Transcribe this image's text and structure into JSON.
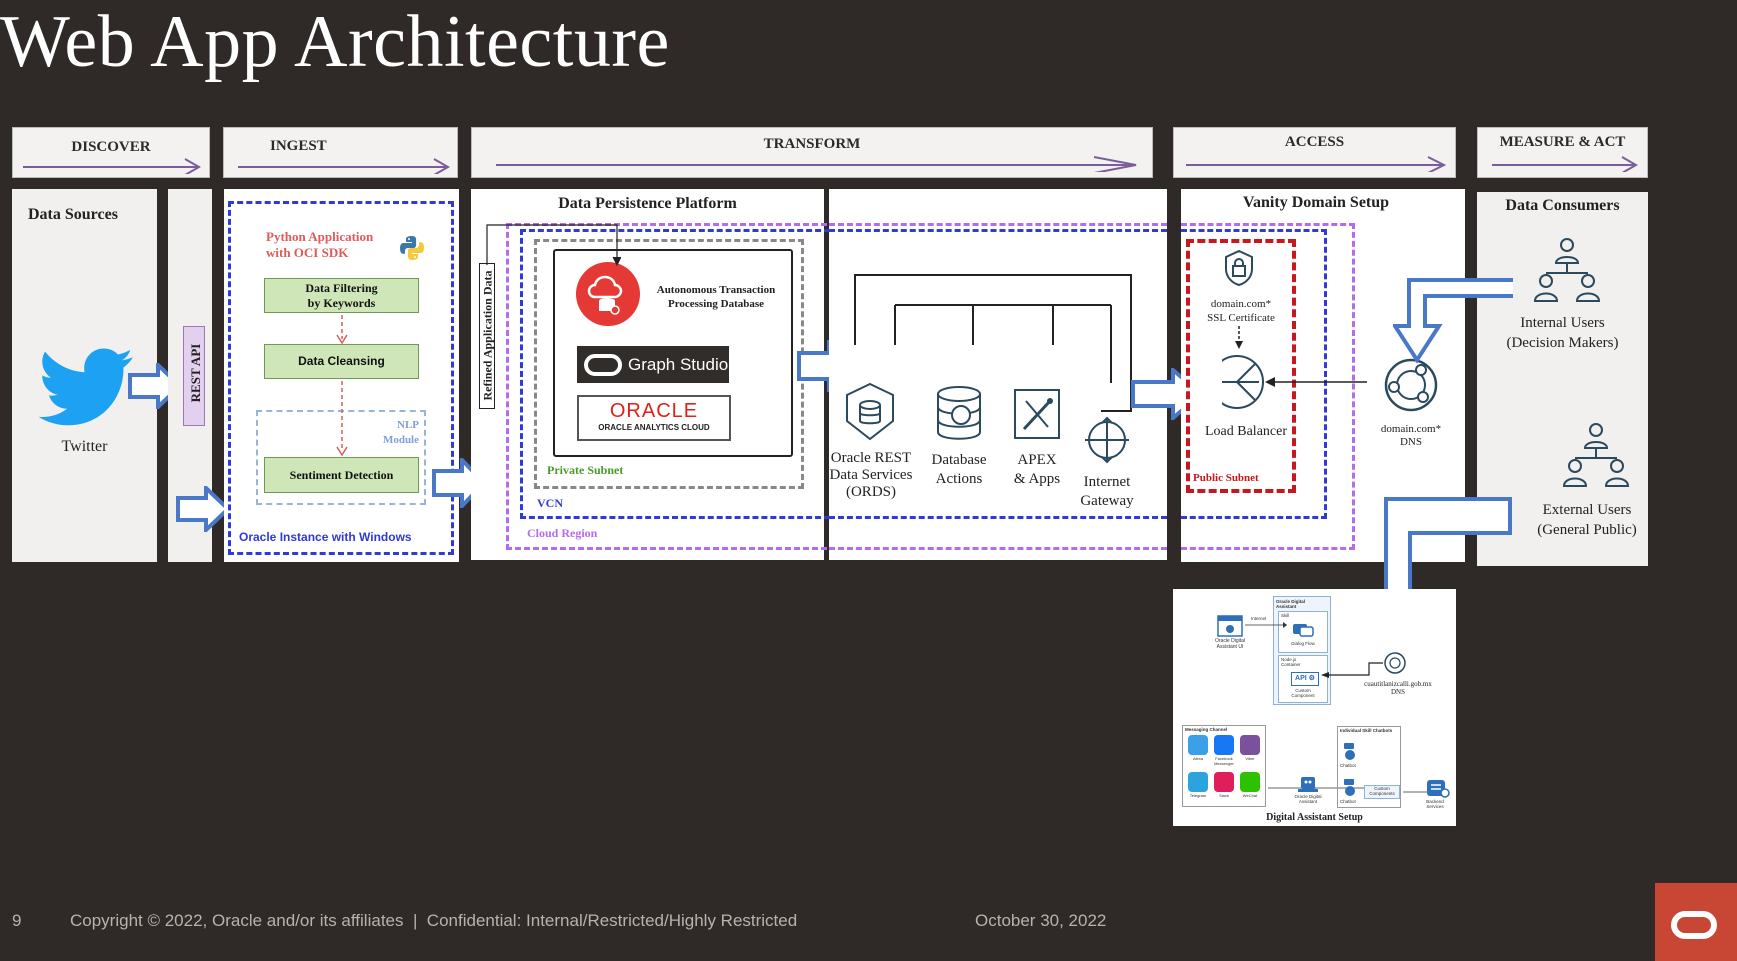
{
  "title": "Web App Architecture",
  "stages": {
    "discover": "DISCOVER",
    "ingest": "INGEST",
    "transform": "TRANSFORM",
    "access": "ACCESS",
    "measure": "MEASURE & ACT"
  },
  "discover": {
    "heading": "Data Sources",
    "source": "Twitter",
    "rest_api": "REST API"
  },
  "ingest": {
    "python_app_line1": "Python Application",
    "python_app_line2": "with OCI SDK",
    "filter_line1": "Data Filtering",
    "filter_line2": "by Keywords",
    "cleansing": "Data Cleansing",
    "nlp_line1": "NLP",
    "nlp_line2": "Module",
    "sentiment": "Sentiment Detection",
    "instance": "Oracle Instance with Windows"
  },
  "transform": {
    "refined": "Refined Application Data",
    "heading": "Data Persistence Platform",
    "atp_line1": "Autonomous Transaction",
    "atp_line2": "Processing Database",
    "graph_studio": "Graph Studio",
    "oracle": "ORACLE",
    "oac": "ORACLE ANALYTICS CLOUD",
    "private_subnet": "Private Subnet",
    "vcn": "VCN",
    "cloud_region": "Cloud Region",
    "ords_line1": "Oracle REST",
    "ords_line2": "Data Services",
    "ords_line3": "(ORDS)",
    "db_actions_line1": "Database",
    "db_actions_line2": "Actions",
    "apex_line1": "APEX",
    "apex_line2": "& Apps",
    "igw_line1": "Internet",
    "igw_line2": "Gateway"
  },
  "access": {
    "heading": "Vanity Domain Setup",
    "ssl_line1": "domain.com*",
    "ssl_line2": "SSL Certificate",
    "lb": "Load Balancer",
    "public_subnet": "Public Subnet",
    "dns_line1": "domain.com*",
    "dns_line2": "DNS"
  },
  "consumers": {
    "heading": "Data Consumers",
    "internal_line1": "Internal Users",
    "internal_line2": "(Decision Makers)",
    "external_line1": "External Users",
    "external_line2": "(General Public)"
  },
  "digital_assistant": {
    "caption": "Digital Assistant Setup",
    "oda_title_line1": "Oracle Digital",
    "oda_title_line2": "Assistant",
    "skill": "Skill",
    "dialog_flow": "Dialog Flow",
    "node_container_line1": "Node.js",
    "node_container_line2": "Container",
    "api": "API",
    "custom_component_line1": "Custom",
    "custom_component_line2": "Component",
    "oda_ui_line1": "Oracle Digital",
    "oda_ui_line2": "Assistant UI",
    "internet": "Internet",
    "dns_line1": "cuautitlanizcalli.gob.mx",
    "dns_line2": "DNS",
    "messaging_channel": "Messaging Channel",
    "channels": [
      "Alexa",
      "Facebook Messenger",
      "Viber",
      "Telegram",
      "Slack",
      "WeChat"
    ],
    "individual_chatbots": "Individual Skill Chatbots",
    "chatbot": "Chatbot",
    "custom_components": "Custom Components",
    "oda_center_line1": "Oracle Digital",
    "oda_center_line2": "Assistant",
    "backend_line1": "Backend",
    "backend_line2": "Services"
  },
  "footer": {
    "page": "9",
    "copyright": "Copyright © 2022, Oracle and/or its affiliates  |  Confidential: Internal/Restricted/Highly Restricted",
    "date": "October 30, 2022"
  },
  "colors": {
    "background": "#2f2a27",
    "twitter": "#1da1f2",
    "arrow_blue": "#4a78c8",
    "oracle_red": "#c74634",
    "green": "#cfe6b8",
    "vcn_blue": "#2f3ad8",
    "region_purple": "#b46bf0"
  }
}
